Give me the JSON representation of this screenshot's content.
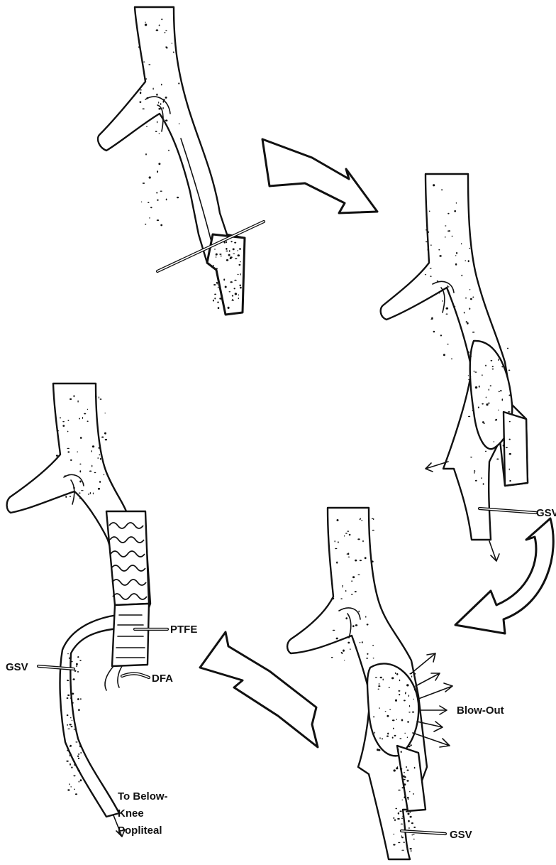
{
  "labels": {
    "gsv_panel2": "GSV",
    "gsv_panel3": "GSV",
    "blow_out": "Blow-Out",
    "ptfe": "PTFE",
    "dfa": "DFA",
    "gsv_panel4": "GSV",
    "to_below_knee_line1": "To Below-",
    "to_below_knee_line2": "Knee",
    "to_below_knee_line3": "Popliteal"
  },
  "colors": {
    "ink": "#111111",
    "background": "#ffffff"
  }
}
